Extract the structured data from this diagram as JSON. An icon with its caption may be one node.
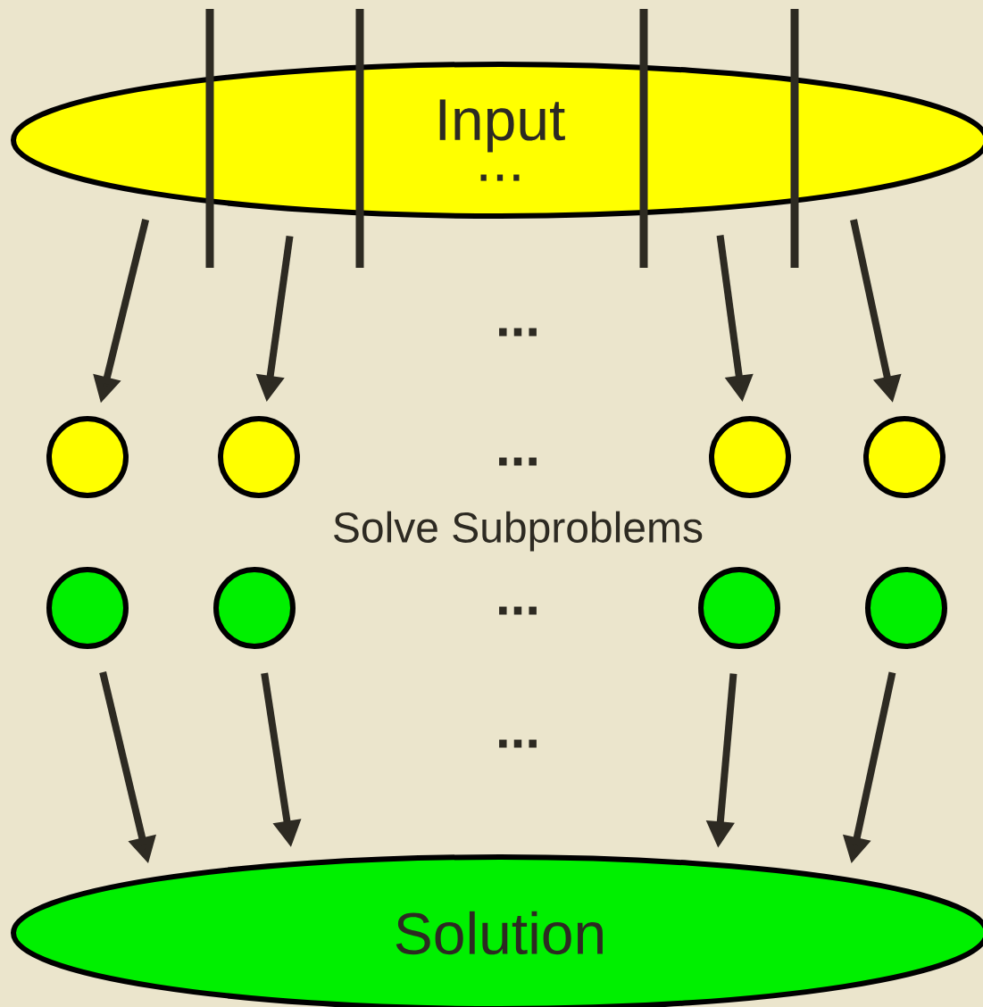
{
  "diagram": {
    "nodes": [
      {
        "text": [
          "Input",
          "..."
        ]
      },
      {
        "text": [],
        "shape": "circle"
      },
      {
        "text": [],
        "shape": "circle"
      },
      {
        "text": [],
        "shape": "circle"
      },
      {
        "text": [],
        "shape": "circle"
      },
      {
        "text": [],
        "shape": "circle"
      },
      {
        "text": [],
        "shape": "circle"
      },
      {
        "text": [],
        "shape": "circle"
      },
      {
        "text": [],
        "shape": "circle"
      },
      {
        "text": [
          "Solution"
        ]
      }
    ],
    "edges": [
      {
        "from": 0,
        "to": 1,
        "arrow": "to"
      },
      {
        "from": 0,
        "to": 2,
        "arrow": "to"
      },
      {
        "from": 0,
        "to": 3,
        "arrow": "to"
      },
      {
        "from": 0,
        "to": 4,
        "arrow": "to"
      },
      {
        "from": 5,
        "to": 9,
        "arrow": "to"
      },
      {
        "from": 6,
        "to": 9,
        "arrow": "to"
      },
      {
        "from": 7,
        "to": 9,
        "arrow": "to"
      },
      {
        "from": 8,
        "to": 9,
        "arrow": "to"
      }
    ],
    "labels": [
      "...",
      "...",
      "Solve Subproblems",
      "...",
      "..."
    ]
  }
}
